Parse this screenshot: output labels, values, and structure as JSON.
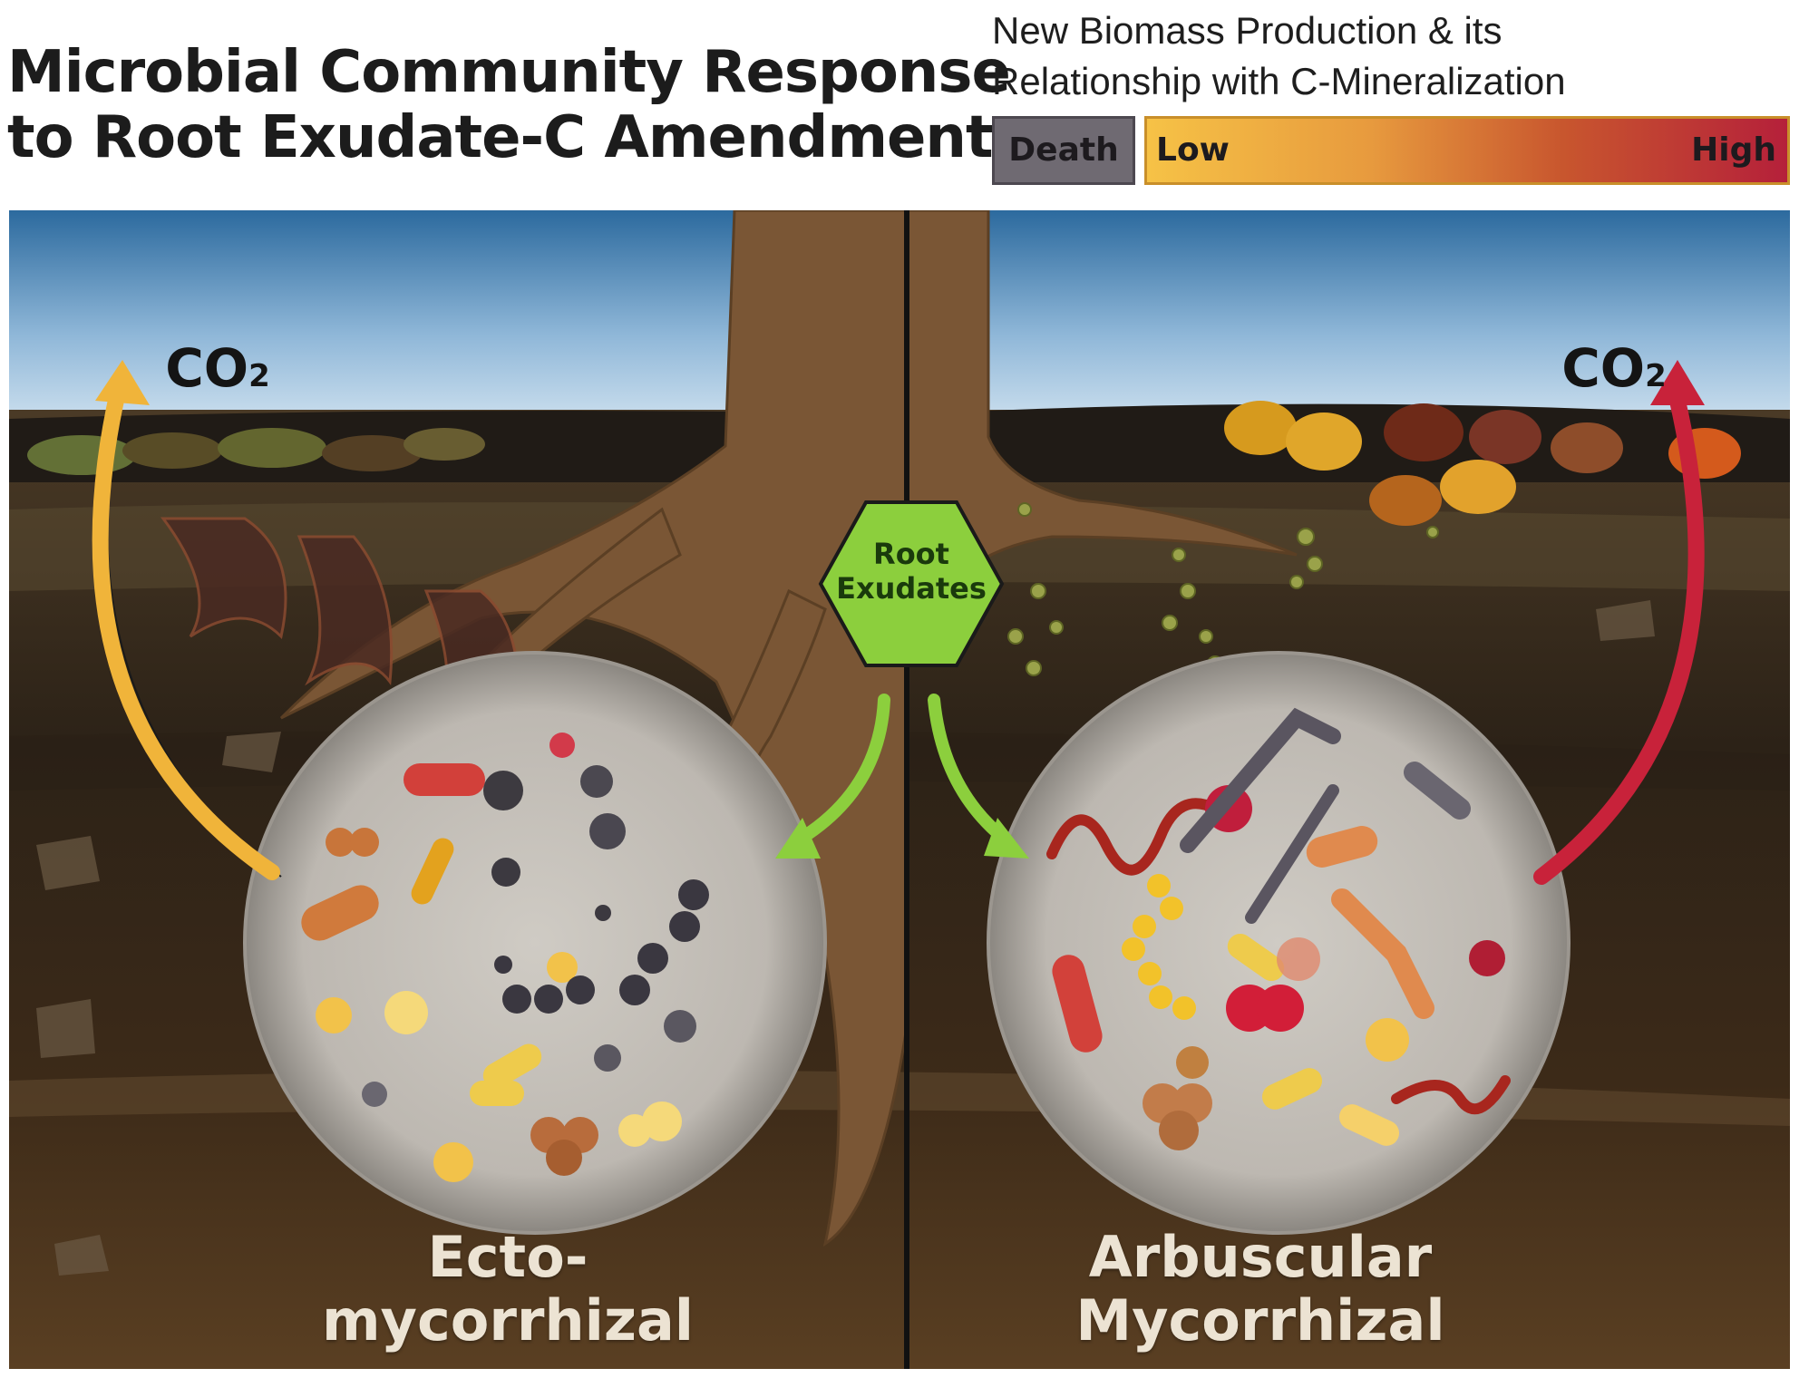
{
  "title": {
    "line1": "Microbial Community Response",
    "line2": "to Root Exudate-C Amendment"
  },
  "legend": {
    "title_line1": "New Biomass Production & its",
    "title_line2": "Relationship with C-Mineralization",
    "death_label": "Death",
    "low_label": "Low",
    "high_label": "High",
    "colors": {
      "death": "#6f6a72",
      "low": "#f6c246",
      "high": "#b5203a"
    }
  },
  "diagram": {
    "co2_left": {
      "base": "CO",
      "sub": "2"
    },
    "co2_right": {
      "base": "CO",
      "sub": "2"
    },
    "hexagon_label_line1": "Root",
    "hexagon_label_line2": "Exudates",
    "left_label_line1": "Ecto-",
    "left_label_line2": "mycorrhizal",
    "right_label_line1": "Arbuscular",
    "right_label_line2": "Mycorrhizal",
    "colors": {
      "sky_top": "#2f6fa0",
      "sky_bottom": "#c9def0",
      "soil": "#3b2a1a",
      "root": "#7a5635",
      "exudate": "#8ccf3d"
    }
  }
}
